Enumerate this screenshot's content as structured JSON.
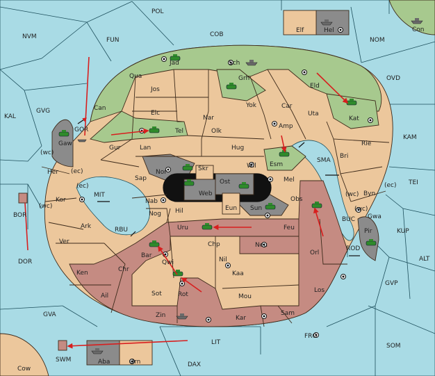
{
  "colors": {
    "sea": "#a9dbe5",
    "tan": "#ecc79c",
    "green": "#a7c98e",
    "rose": "#c58b82",
    "gray": "#8b8b8b",
    "order": "#d81e1e",
    "army": "#2f8a2b",
    "fleet": "#6a6a6a"
  },
  "regions": {
    "seas": [
      "POL",
      "NVM",
      "FUN",
      "COB",
      "NOM",
      "OVD",
      "KAL",
      "GVG",
      "KAM",
      "MIT",
      "SMA",
      "BUC",
      "RBU",
      "ROD",
      "DOR",
      "TEI",
      "KUP",
      "ALT",
      "GVP",
      "GVA",
      "FRO",
      "LIT",
      "SOM",
      "DAX"
    ],
    "lands": [
      "Jad",
      "Sch",
      "Qua",
      "Jos",
      "Grh",
      "Eld",
      "Can",
      "Elc",
      "Nar",
      "Car",
      "Uta",
      "Kat",
      "GOR",
      "Gaw",
      "Tel",
      "Olk",
      "Yok",
      "Amp",
      "Gur",
      "Lan",
      "Hug",
      "Rie",
      "Bri",
      "Her",
      "Nor",
      "Skr",
      "Ost",
      "Wil",
      "Esm",
      "Mel",
      "Sap",
      "Web",
      "Byn",
      "Kor",
      "Nab",
      "Sun",
      "Obs",
      "Gwa",
      "Nog",
      "Hil",
      "Eun",
      "Pir",
      "BOR",
      "Ark",
      "Uru",
      "Feu",
      "Ver",
      "Chp",
      "Neu",
      "Orl",
      "Bar",
      "Qwi",
      "Nil",
      "Ken",
      "Chr",
      "Kaa",
      "Rot",
      "Sot",
      "Los",
      "Ail",
      "Mou",
      "Zin",
      "Kar",
      "Sam",
      "Con",
      "Elf",
      "Hel",
      "SWM",
      "Aba",
      "Orn",
      "Cow"
    ],
    "coasts": [
      "(wc)",
      "(ec)",
      "(ec)",
      "(wc)",
      "(wc)",
      "(ec)",
      "(wc)"
    ]
  }
}
